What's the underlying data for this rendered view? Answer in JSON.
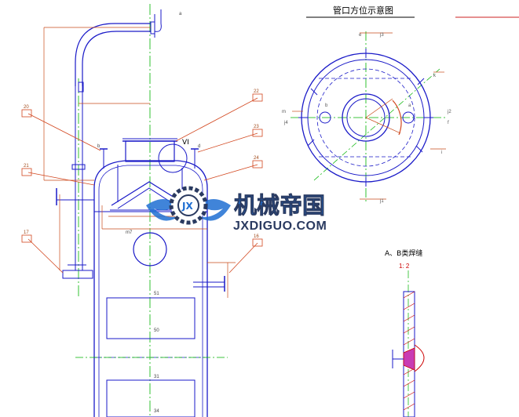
{
  "sheet": {
    "orientation_title": "管口方位示意图",
    "weld_title": "A、B类焊缝",
    "weld_scale": "1: 2",
    "section_mark": "VI"
  },
  "watermark": {
    "cn": "机械帝国",
    "en": "JXDIGUO.COM"
  },
  "nozzle_refs": [
    "20",
    "21",
    "22",
    "23",
    "24",
    "17",
    "16"
  ],
  "plan_labels": {
    "top": "e",
    "top_right": "j3",
    "right_upper": "j2",
    "right_lower": "f",
    "left_upper": "m",
    "left_lower": "j4",
    "bottom": "j1",
    "diag_upper": "k",
    "diag_lower": "i",
    "inner_left": "b",
    "inner_right": "a"
  },
  "elev_labels": {
    "top_pipe": "a",
    "left_nozzle": "b",
    "right_nozzle": "d",
    "mid_dim": "m7",
    "dim_1": "51",
    "dim_2": "50",
    "dim_3": "31",
    "dim_4": "34"
  },
  "colors": {
    "vessel": "#1a1ac8",
    "centerline": "#00b400",
    "dimension": "#c84a1a",
    "leader": "#d2461e",
    "weld": "#cc0000",
    "weld_fill": "#c83cb4",
    "watermark_blue": "#1e6ed2",
    "watermark_dark": "#2a3a60"
  }
}
